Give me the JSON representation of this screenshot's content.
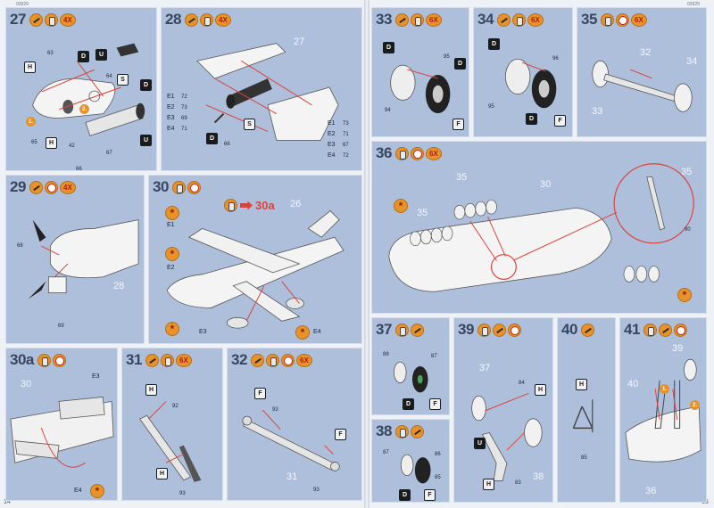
{
  "page": {
    "left_page_number": "14",
    "right_page_number": "15",
    "left_code": "03929",
    "right_code": "03929"
  },
  "steps": {
    "s27": {
      "number": "27",
      "mult": "4X",
      "part_labels": [
        "63",
        "64",
        "65",
        "66",
        "67",
        "42"
      ],
      "tags": [
        "D",
        "U",
        "S",
        "D",
        "H",
        "U",
        "H"
      ],
      "orders": [
        "1.",
        "2."
      ]
    },
    "s28": {
      "number": "28",
      "mult": "4X",
      "big_label": "27",
      "left_codes": [
        "E1",
        "E2",
        "E3",
        "E4"
      ],
      "left_nums": [
        "72",
        "73",
        "69",
        "71"
      ],
      "right_codes": [
        "E1",
        "E2",
        "E3",
        "E4"
      ],
      "right_nums": [
        "73",
        "71",
        "67",
        "72"
      ],
      "part_labels": [
        "66"
      ],
      "tags": [
        "S",
        "D"
      ]
    },
    "s29": {
      "number": "29",
      "mult": "4X",
      "big_label": "28",
      "part_labels": [
        "68",
        "69"
      ]
    },
    "s30": {
      "number": "30",
      "ref": "30a",
      "big_label": "26",
      "codes": [
        "E1",
        "E2",
        "E3",
        "E4"
      ]
    },
    "s30a": {
      "number": "30a",
      "big_label": "30",
      "codes": [
        "E3",
        "E4"
      ]
    },
    "s31": {
      "number": "31",
      "mult": "6X",
      "part_labels": [
        "92",
        "93"
      ],
      "tags": [
        "H",
        "H"
      ]
    },
    "s32": {
      "number": "32",
      "mult": "6X",
      "big_label": "31",
      "part_labels": [
        "93",
        "93"
      ],
      "tags": [
        "F",
        "F"
      ]
    },
    "s33": {
      "number": "33",
      "mult": "6X",
      "part_labels": [
        "95",
        "94"
      ],
      "tags": [
        "D",
        "D",
        "F"
      ]
    },
    "s34": {
      "number": "34",
      "mult": "6X",
      "part_labels": [
        "96",
        "95"
      ],
      "tags": [
        "D",
        "D",
        "F"
      ]
    },
    "s35": {
      "number": "35",
      "mult": "6X",
      "big_labels": [
        "32",
        "33",
        "34"
      ]
    },
    "s36": {
      "number": "36",
      "mult": "6X",
      "big_labels": [
        "35",
        "30",
        "35",
        "35"
      ],
      "part_labels": [
        "90"
      ]
    },
    "s37": {
      "number": "37",
      "part_labels": [
        "88",
        "87"
      ],
      "tags": [
        "D",
        "F"
      ]
    },
    "s38": {
      "number": "38",
      "part_labels": [
        "87",
        "86",
        "85"
      ],
      "tags": [
        "D",
        "F"
      ]
    },
    "s39": {
      "number": "39",
      "big_labels": [
        "37",
        "38"
      ],
      "part_labels": [
        "84",
        "83"
      ],
      "tags": [
        "H",
        "U",
        "H"
      ]
    },
    "s40": {
      "number": "40",
      "part_labels": [
        "85"
      ],
      "tags": [
        "H"
      ]
    },
    "s41": {
      "number": "41",
      "big_labels": [
        "39",
        "40",
        "36"
      ],
      "orders": [
        "1.",
        "2."
      ]
    }
  },
  "icons": {
    "tool": "side-cutter-icon",
    "glue": "glue-tube-icon",
    "clock": "drying-time-clock-icon",
    "paint": "paint-asterisk-icon"
  },
  "colors": {
    "panel": "#aebfdc",
    "accent_orange": "#e8932a",
    "guide_red": "#d9443a",
    "label_white": "#f4f7fb"
  }
}
